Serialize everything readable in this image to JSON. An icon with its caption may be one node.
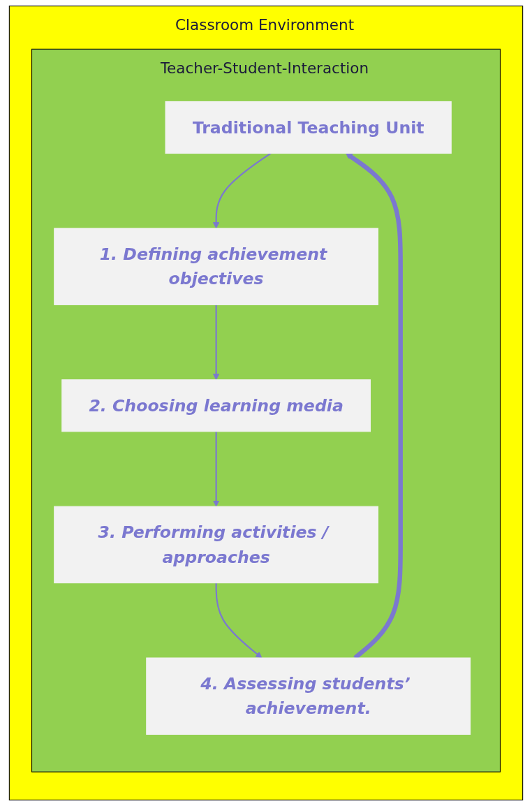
{
  "diagram": {
    "nodes": [
      {
        "text": [
          "Classroom Environment"
        ]
      },
      {
        "text": [
          "Teacher-Student-Interaction"
        ],
        "in": 0
      },
      {
        "text": [
          "Traditional Teaching Unit"
        ],
        "in": 1
      },
      {
        "text": [
          "1. Defining achievement objectives"
        ],
        "in": 1
      },
      {
        "text": [
          "2. Choosing learning media"
        ],
        "in": 1
      },
      {
        "text": [
          "3. Performing activities / approaches"
        ],
        "in": 1
      },
      {
        "text": [
          "4. Assessing students’ achievement."
        ],
        "in": 1
      }
    ],
    "edges": [
      {
        "from": 2,
        "to": 3,
        "arrow": "to"
      },
      {
        "from": 3,
        "to": 4,
        "arrow": "to"
      },
      {
        "from": 4,
        "to": 5,
        "arrow": "to"
      },
      {
        "from": 5,
        "to": 6,
        "arrow": "to"
      },
      {
        "from": 6,
        "to": 2,
        "arrow": "to",
        "style": "thick"
      }
    ]
  }
}
